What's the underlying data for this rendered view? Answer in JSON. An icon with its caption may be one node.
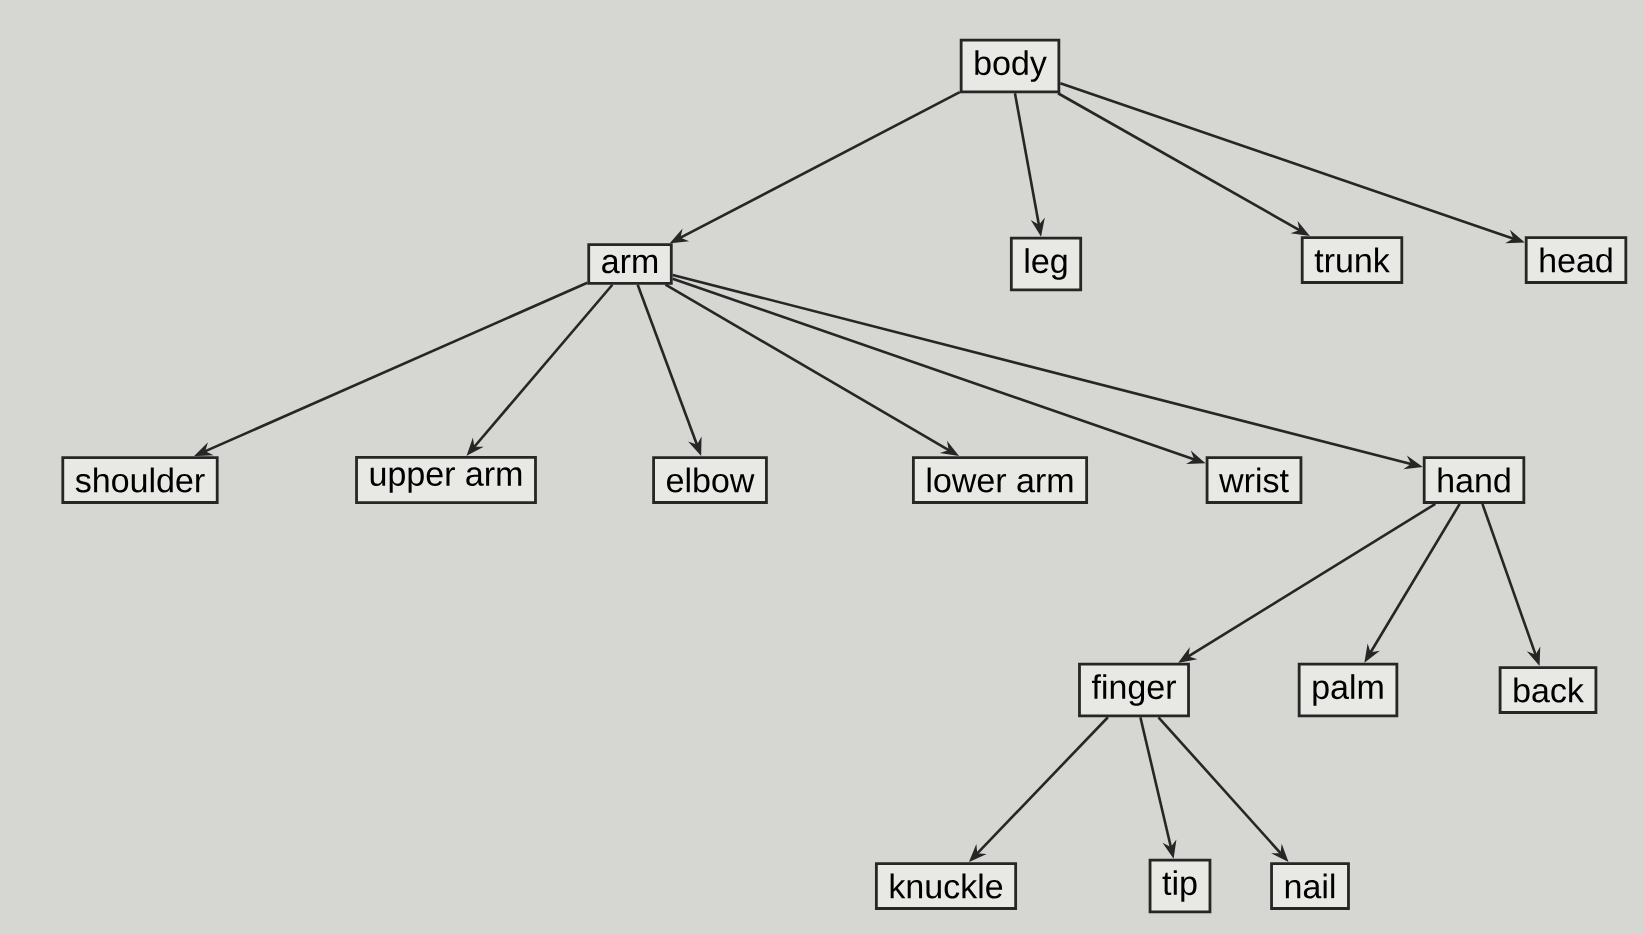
{
  "diagram": {
    "nodes": [
      {
        "text": [
          "body"
        ]
      },
      {
        "text": [
          "arm"
        ]
      },
      {
        "text": [
          "leg"
        ]
      },
      {
        "text": [
          "trunk"
        ]
      },
      {
        "text": [
          "head"
        ]
      },
      {
        "text": [
          "shoulder"
        ]
      },
      {
        "text": [
          "upper arm"
        ]
      },
      {
        "text": [
          "elbow"
        ]
      },
      {
        "text": [
          "lower arm"
        ]
      },
      {
        "text": [
          "wrist"
        ]
      },
      {
        "text": [
          "hand"
        ]
      },
      {
        "text": [
          "finger"
        ]
      },
      {
        "text": [
          "palm"
        ]
      },
      {
        "text": [
          "back"
        ]
      },
      {
        "text": [
          "knuckle"
        ]
      },
      {
        "text": [
          "tip"
        ]
      },
      {
        "text": [
          "nail"
        ]
      }
    ],
    "edges": [
      {
        "from": 0,
        "to": 1,
        "arrow": "to"
      },
      {
        "from": 0,
        "to": 2,
        "arrow": "to"
      },
      {
        "from": 0,
        "to": 3,
        "arrow": "to"
      },
      {
        "from": 0,
        "to": 4,
        "arrow": "to"
      },
      {
        "from": 1,
        "to": 5,
        "arrow": "to"
      },
      {
        "from": 1,
        "to": 6,
        "arrow": "to"
      },
      {
        "from": 1,
        "to": 7,
        "arrow": "to"
      },
      {
        "from": 1,
        "to": 8,
        "arrow": "to"
      },
      {
        "from": 1,
        "to": 9,
        "arrow": "to"
      },
      {
        "from": 1,
        "to": 10,
        "arrow": "to"
      },
      {
        "from": 10,
        "to": 11,
        "arrow": "to"
      },
      {
        "from": 10,
        "to": 12,
        "arrow": "to"
      },
      {
        "from": 10,
        "to": 13,
        "arrow": "to"
      },
      {
        "from": 11,
        "to": 14,
        "arrow": "to"
      },
      {
        "from": 11,
        "to": 15,
        "arrow": "to"
      },
      {
        "from": 11,
        "to": 16,
        "arrow": "to"
      }
    ]
  }
}
